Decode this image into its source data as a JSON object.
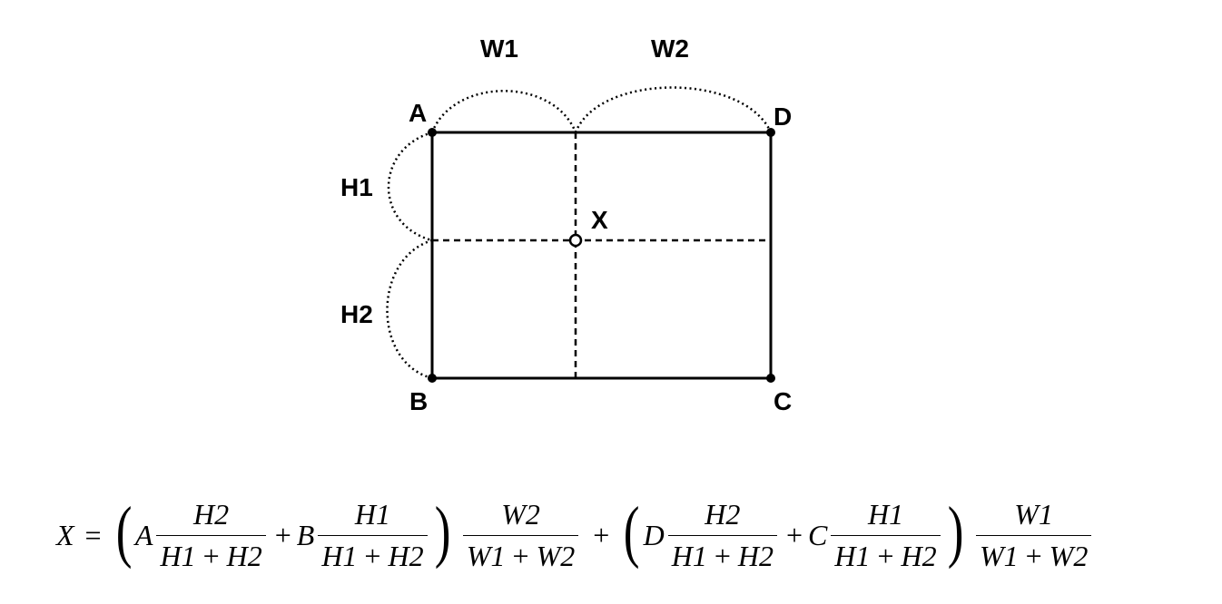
{
  "diagram": {
    "labels": {
      "w1": "W1",
      "w2": "W2",
      "h1": "H1",
      "h2": "H2",
      "a": "A",
      "b": "B",
      "c": "C",
      "d": "D",
      "x": "X"
    }
  },
  "formula": {
    "lhs": "X",
    "equals": "=",
    "plus": "+",
    "term1": {
      "open": "(",
      "close": ")",
      "f1_coef": "A",
      "f1_num": "H2",
      "f1_den_a": "H1",
      "f1_den_b": "H2",
      "f2_coef": "B",
      "f2_num": "H1",
      "f2_den_a": "H1",
      "f2_den_b": "H2",
      "w_num": "W2",
      "w_den_a": "W1",
      "w_den_b": "W2"
    },
    "term2": {
      "open": "(",
      "close": ")",
      "f1_coef": "D",
      "f1_num": "H2",
      "f1_den_a": "H1",
      "f1_den_b": "H2",
      "f2_coef": "C",
      "f2_num": "H1",
      "f2_den_a": "H1",
      "f2_den_b": "H2",
      "w_num": "W1",
      "w_den_a": "W1",
      "w_den_b": "W2"
    }
  }
}
